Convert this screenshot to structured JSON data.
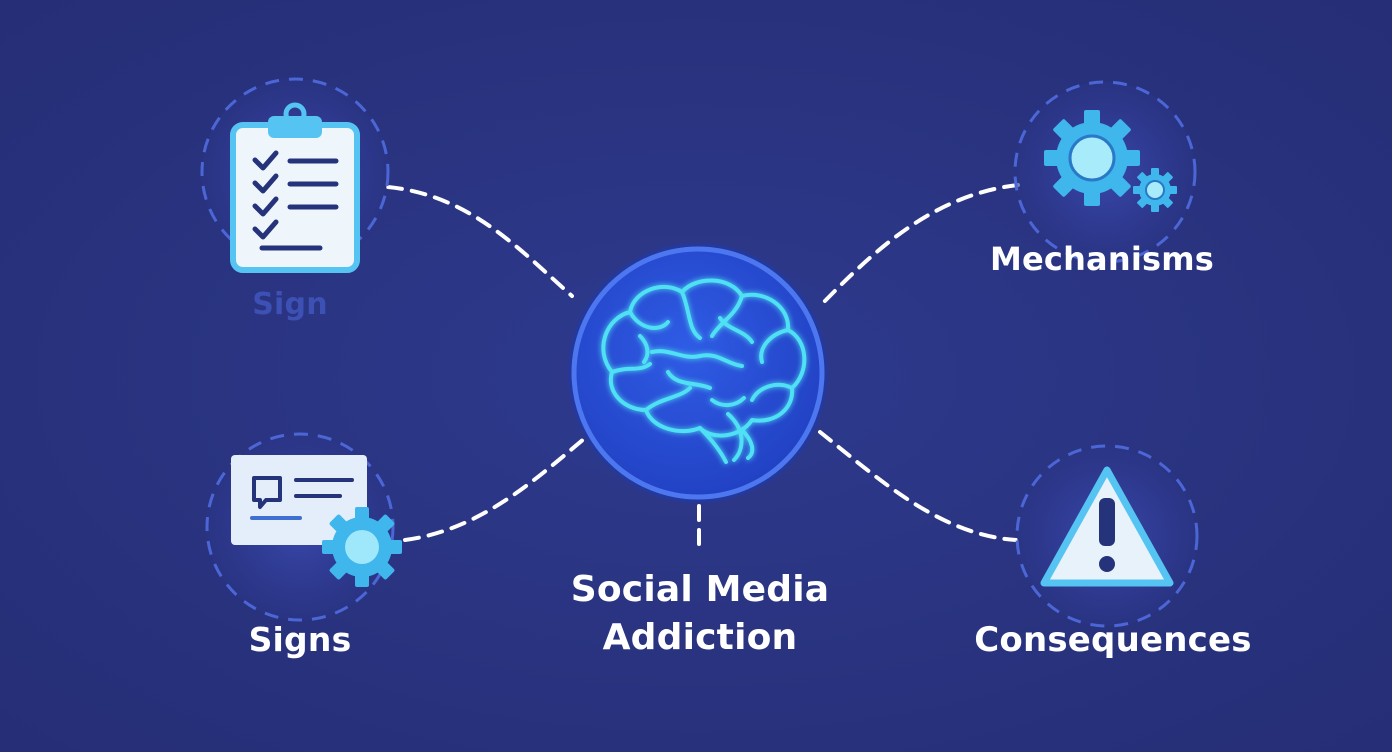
{
  "center": {
    "line1": "Social Media",
    "line2": "Addiction",
    "icon": "brain-icon"
  },
  "nodes": {
    "top_left": {
      "label": "Sign",
      "icon": "clipboard-checklist-icon"
    },
    "bottom_left": {
      "label": "Signs",
      "icon": "card-gear-icon"
    },
    "top_right": {
      "label": "Mechanisms",
      "icon": "gears-icon"
    },
    "bottom_right": {
      "label": "Consequences",
      "icon": "warning-icon"
    }
  },
  "colors": {
    "background": "#283281",
    "accent_cyan": "#5ad8f4",
    "center_circle": "#2a4fd6",
    "faint_label": "#3d50b4",
    "connector": "#ffffff"
  }
}
